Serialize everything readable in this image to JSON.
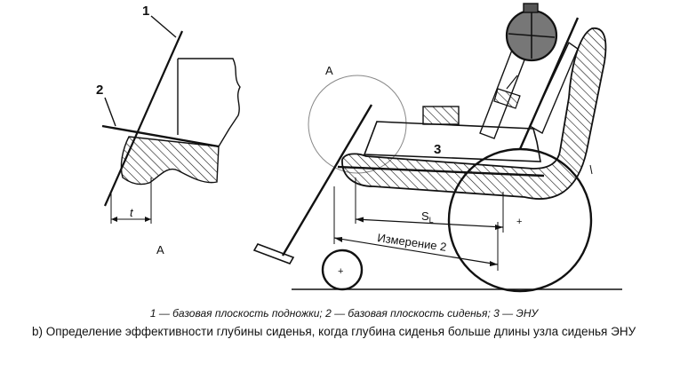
{
  "figure": {
    "labels": {
      "callout_1": "1",
      "callout_2": "2",
      "detail_t": "t",
      "detail_A": "A",
      "view_A": "A",
      "component_3": "3",
      "dimension_sl": "S",
      "dimension_sl_sub": "L",
      "dimension_measure": "Измерение 2"
    },
    "colors": {
      "ink": "#111111",
      "paper": "#ffffff"
    }
  },
  "caption": {
    "n1": "1",
    "t1": " — базовая плоскость подножки; ",
    "n2": "2",
    "t2": " — базовая плоскость сиденья; ",
    "n3": "3",
    "t3": " — ЭНУ"
  },
  "paragraph": "b) Определение эффективности глубины сиденья, когда глубина сиденья больше длины узла сиденья ЭНУ"
}
